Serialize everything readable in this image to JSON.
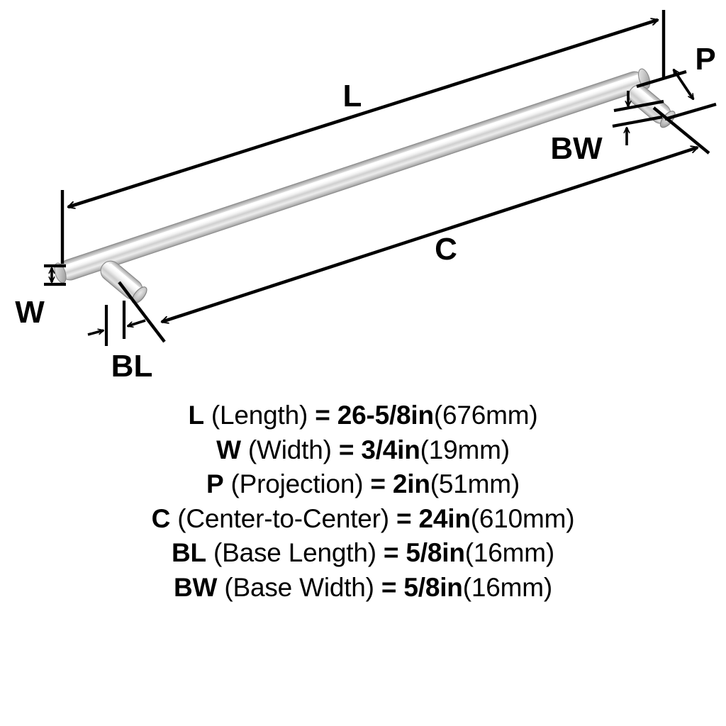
{
  "diagram": {
    "title": "Cabinet bar pull dimension diagram",
    "product_finish_color": "#b9b9b9",
    "line_color": "#000000",
    "callouts": [
      {
        "key": "L",
        "label": "L",
        "name": "length-callout"
      },
      {
        "key": "W",
        "label": "W",
        "name": "width-callout"
      },
      {
        "key": "P",
        "label": "P",
        "name": "projection-callout"
      },
      {
        "key": "C",
        "label": "C",
        "name": "center-to-center-callout"
      },
      {
        "key": "BL",
        "label": "BL",
        "name": "base-length-callout"
      },
      {
        "key": "BW",
        "label": "BW",
        "name": "base-width-callout"
      }
    ]
  },
  "specs": [
    {
      "code": "L",
      "name": " (Length)",
      "equals": " = ",
      "value": "26-5/8in",
      "metric": "(676mm)"
    },
    {
      "code": "W",
      "name": " (Width)",
      "equals": " = ",
      "value": "3/4in",
      "metric": "(19mm)"
    },
    {
      "code": "P",
      "name": " (Projection)",
      "equals": " = ",
      "value": "2in",
      "metric": "(51mm)"
    },
    {
      "code": "C",
      "name": " (Center-to-Center)",
      "equals": " = ",
      "value": "24in",
      "metric": "(610mm)"
    },
    {
      "code": "BL",
      "name": " (Base Length)",
      "equals": " = ",
      "value": "5/8in",
      "metric": "(16mm)"
    },
    {
      "code": "BW",
      "name": " (Base Width)",
      "equals": " = ",
      "value": "5/8in",
      "metric": "(16mm)"
    }
  ]
}
